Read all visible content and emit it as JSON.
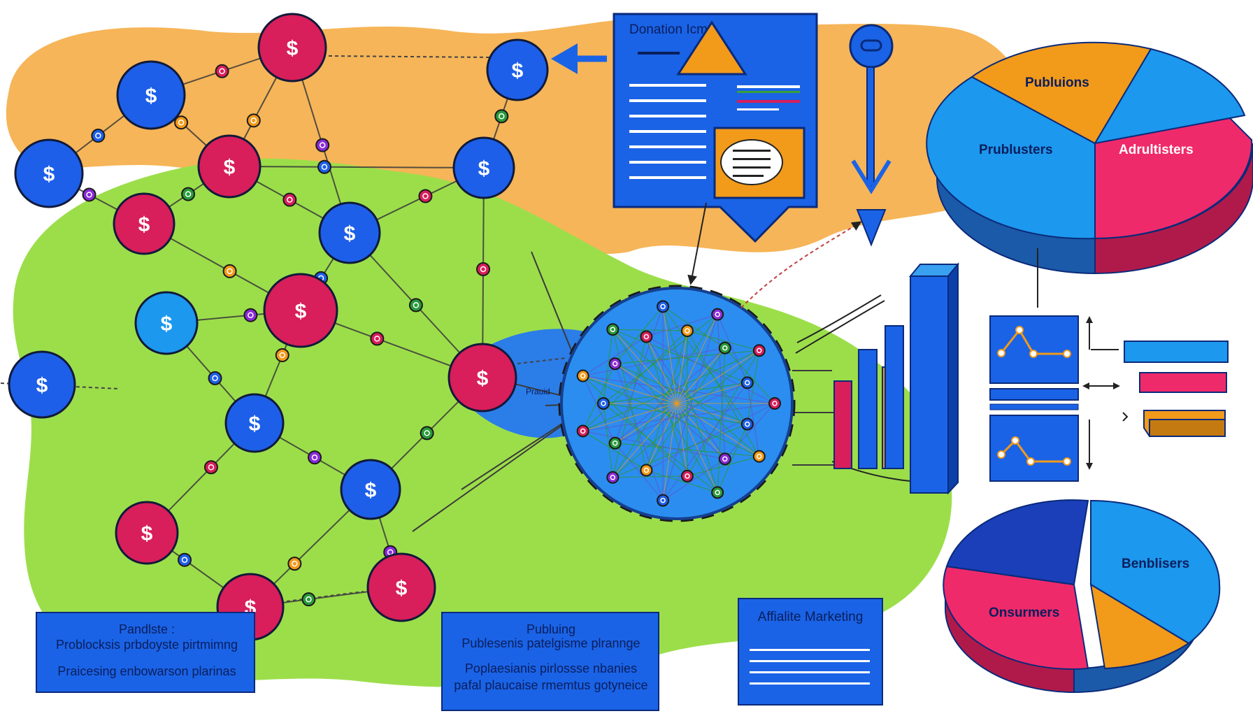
{
  "colors": {
    "orange_region": "#f6b558",
    "green_region": "#9cde4a",
    "coin_blue": "#1d5fe8",
    "coin_red": "#d81e5b",
    "hub_blue": "#2b8df0",
    "panel_blue": "#1a63e6",
    "accent_orange": "#f29a1a",
    "accent_pink": "#ef2a6b",
    "pie_blue": "#1c98ee"
  },
  "coin_symbol": "$",
  "donation_panel": {
    "title": "Donation Icme"
  },
  "pie_top": {
    "labels": [
      "Publuions",
      "Prublusters",
      "Adrultisters"
    ]
  },
  "pie_bottom": {
    "labels": [
      "Benblisers",
      "Onsurmers"
    ]
  },
  "hub": {
    "side_label": "Prauid"
  },
  "info_left": {
    "line1": "Pandlste :",
    "line2": "Problocksis prbdoyste pirtmimng",
    "line3": "Praicesing enbowarson plarinas"
  },
  "info_middle": {
    "line1": "Publuing",
    "line2": "Publesenis patelgisme plrannge",
    "line3": "Poplaesianis pirlossse nbanies",
    "line4": "pafal plaucaise rmemtus gotyneice"
  },
  "affiliate": {
    "title": "Affialite Marketing"
  },
  "icons": [
    "dollar-coin-icon",
    "speech-bubble-icon",
    "triangle-icon",
    "pin-icon",
    "arrow-icon"
  ]
}
